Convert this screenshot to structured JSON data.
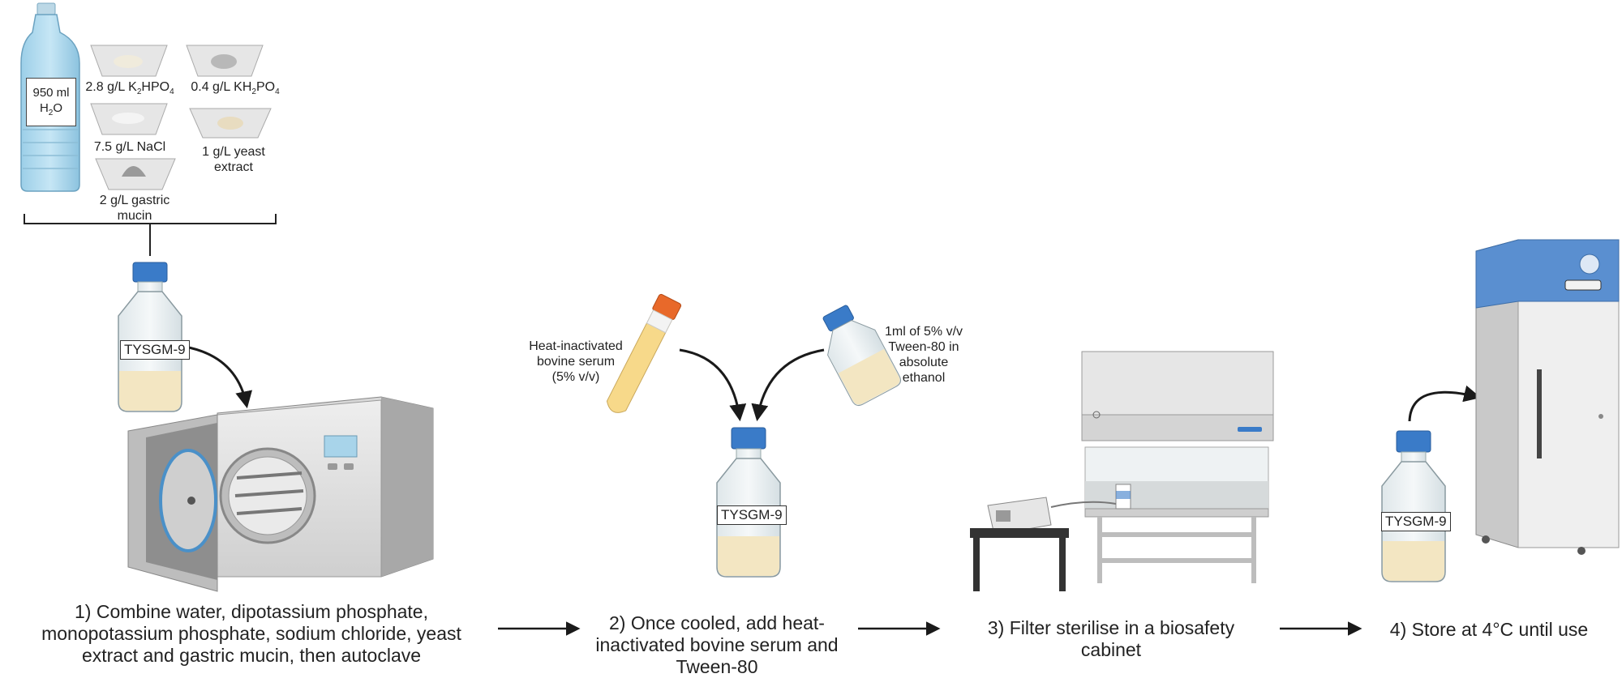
{
  "ingredients": {
    "water": {
      "volume": "950 ml",
      "formula_main": "H",
      "formula_sub": "2",
      "formula_end": "O"
    },
    "k2hpo4": {
      "amount": "2.8 g/L K",
      "sub1": "2",
      "mid": "HPO",
      "sub2": "4"
    },
    "kh2po4": {
      "amount": "0.4 g/L KH",
      "sub1": "2",
      "mid": "PO",
      "sub2": "4"
    },
    "nacl": "7.5 g/L NaCl",
    "yeast_line1": "1 g/L yeast",
    "yeast_line2": "extract",
    "mucin_line1": "2 g/L gastric",
    "mucin_line2": "mucin"
  },
  "bottle_label": "TYSGM-9",
  "additives": {
    "serum_line1": "Heat-inactivated",
    "serum_line2": "bovine serum",
    "serum_line3": "(5% v/v)",
    "tween_line1": "1ml of 5% v/v",
    "tween_line2": "Tween-80 in",
    "tween_line3": "absolute",
    "tween_line4": "ethanol"
  },
  "steps": {
    "step1_line1": "1) Combine water, dipotassium phosphate,",
    "step1_line2": "monopotassium phosphate, sodium chloride, yeast",
    "step1_line3": "extract and gastric mucin, then autoclave",
    "step2_line1": "2) Once cooled, add heat-",
    "step2_line2": "inactivated bovine serum and",
    "step2_line3": "Tween-80",
    "step3_line1": "3) Filter sterilise in a biosafety",
    "step3_line2": "cabinet",
    "step4": "4) Store at 4°C until use"
  },
  "colors": {
    "bottle_cap": "#3a7bc8",
    "medium": "#f3e6c2",
    "serum_cap": "#e8692a",
    "serum": "#f7d98a",
    "fridge_top": "#5a8fd0",
    "arrow": "#1a1a1a"
  }
}
